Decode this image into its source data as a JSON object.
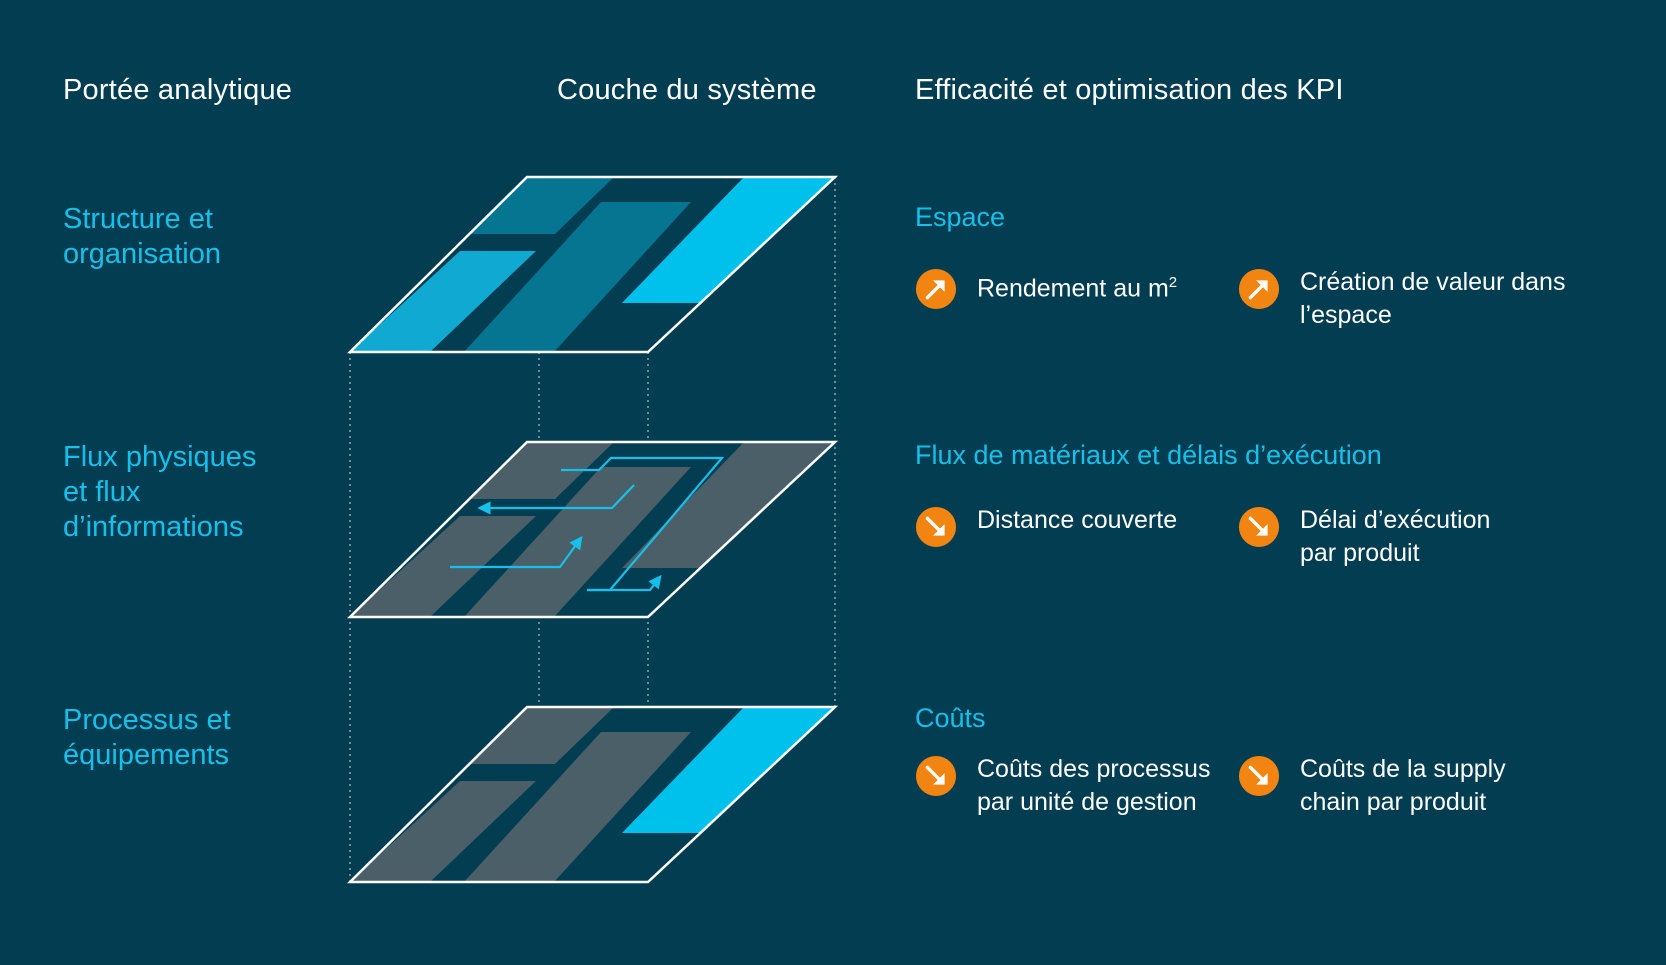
{
  "headers": {
    "scope": "Portée analytique",
    "layer": "Couche du système",
    "kpi": "Efficacité et optimisation des KPI"
  },
  "rows": [
    {
      "scope": [
        "Structure et",
        "organisation"
      ],
      "category": "Espace",
      "kpis": [
        {
          "lines": [
            "Rendement au m"
          ],
          "superscript": "2",
          "direction": "up",
          "icon": "arrow-up-right-icon"
        },
        {
          "lines": [
            "Création de valeur dans",
            "l’espace"
          ],
          "direction": "up",
          "icon": "arrow-up-right-icon"
        }
      ]
    },
    {
      "scope": [
        "Flux physiques",
        "et flux",
        "d’informations"
      ],
      "category": "Flux de matériaux et délais d’exécution",
      "kpis": [
        {
          "lines": [
            "Distance couverte"
          ],
          "direction": "down",
          "icon": "arrow-down-right-icon"
        },
        {
          "lines": [
            "Délai d’exécution",
            "par produit"
          ],
          "direction": "down",
          "icon": "arrow-down-right-icon"
        }
      ]
    },
    {
      "scope": [
        "Processus et",
        "équipements"
      ],
      "category": "Coûts",
      "kpis": [
        {
          "lines": [
            "Coûts des processus",
            "par unité de gestion"
          ],
          "direction": "down",
          "icon": "arrow-down-right-icon"
        },
        {
          "lines": [
            "Coûts de la supply",
            "chain par produit"
          ],
          "direction": "down",
          "icon": "arrow-down-right-icon"
        }
      ]
    }
  ],
  "colors": {
    "background": "#023d52",
    "accent": "#17c0ea",
    "cyan_fill": "#00c1ec",
    "teal_fill": "#057592",
    "grey_fill": "#4b5f68",
    "icon": "#f28512",
    "text": "#ffffff"
  }
}
